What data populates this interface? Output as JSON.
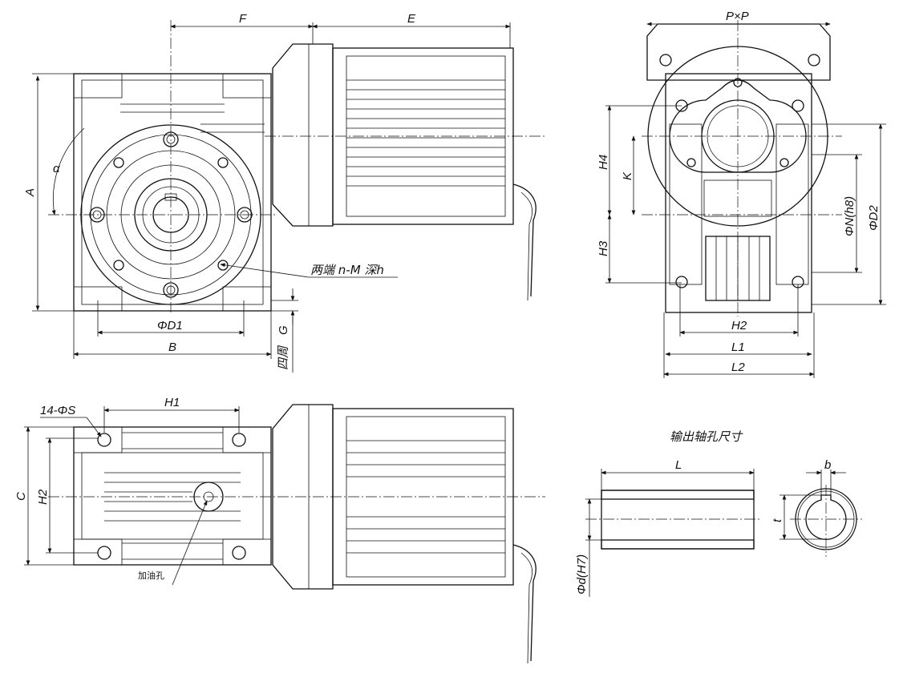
{
  "front_view": {
    "dim_F": "F",
    "dim_E": "E",
    "dim_A": "A",
    "angle_alpha": "α",
    "dim_D1": "ΦD1",
    "dim_B": "B",
    "dim_G": "G",
    "around_label": "四周",
    "tapped_holes_label": "两端 n-M 深h"
  },
  "side_view": {
    "dim_PxP": "P×P",
    "dim_H4": "H4",
    "dim_K": "K",
    "dim_H3": "H3",
    "dim_N": "ΦN(h8)",
    "dim_D2": "ΦD2",
    "dim_H2": "H2",
    "dim_L1": "L1",
    "dim_L2": "L2"
  },
  "bottom_view": {
    "holes_label": "14-ΦS",
    "dim_H1": "H1",
    "dim_C": "C",
    "dim_H2": "H2",
    "oil_hole_label": "加油孔"
  },
  "shaft_bore": {
    "title": "输出轴孔尺寸",
    "dim_L": "L",
    "dim_b": "b",
    "dim_t": "t",
    "dim_d": "Φd(H7)"
  }
}
